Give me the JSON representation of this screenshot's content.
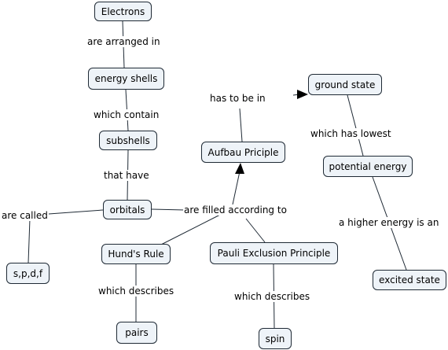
{
  "nodes": {
    "electrons": "Electrons",
    "energy_shells": "energy shells",
    "subshells": "subshells",
    "orbitals": "orbitals",
    "spdf": "s,p,d,f",
    "hunds_rule": "Hund's Rule",
    "pairs": "pairs",
    "pauli": "Pauli Exclusion Principle",
    "spin": "spin",
    "aufbau": "Aufbau Priciple",
    "ground_state": "ground state",
    "potential_energy": "potential energy",
    "excited_state": "excited state"
  },
  "links": {
    "are_arranged_in": "are arranged in",
    "which_contain": "which contain",
    "that_have": "that have",
    "are_called": "are called",
    "are_filled_according_to": "are filled according to",
    "which_describes_pairs": "which describes",
    "which_describes_spin": "which describes",
    "has_to_be_in": "has to be in",
    "which_has_lowest": "which has lowest",
    "a_higher_energy_is_an": "a higher energy is an"
  }
}
